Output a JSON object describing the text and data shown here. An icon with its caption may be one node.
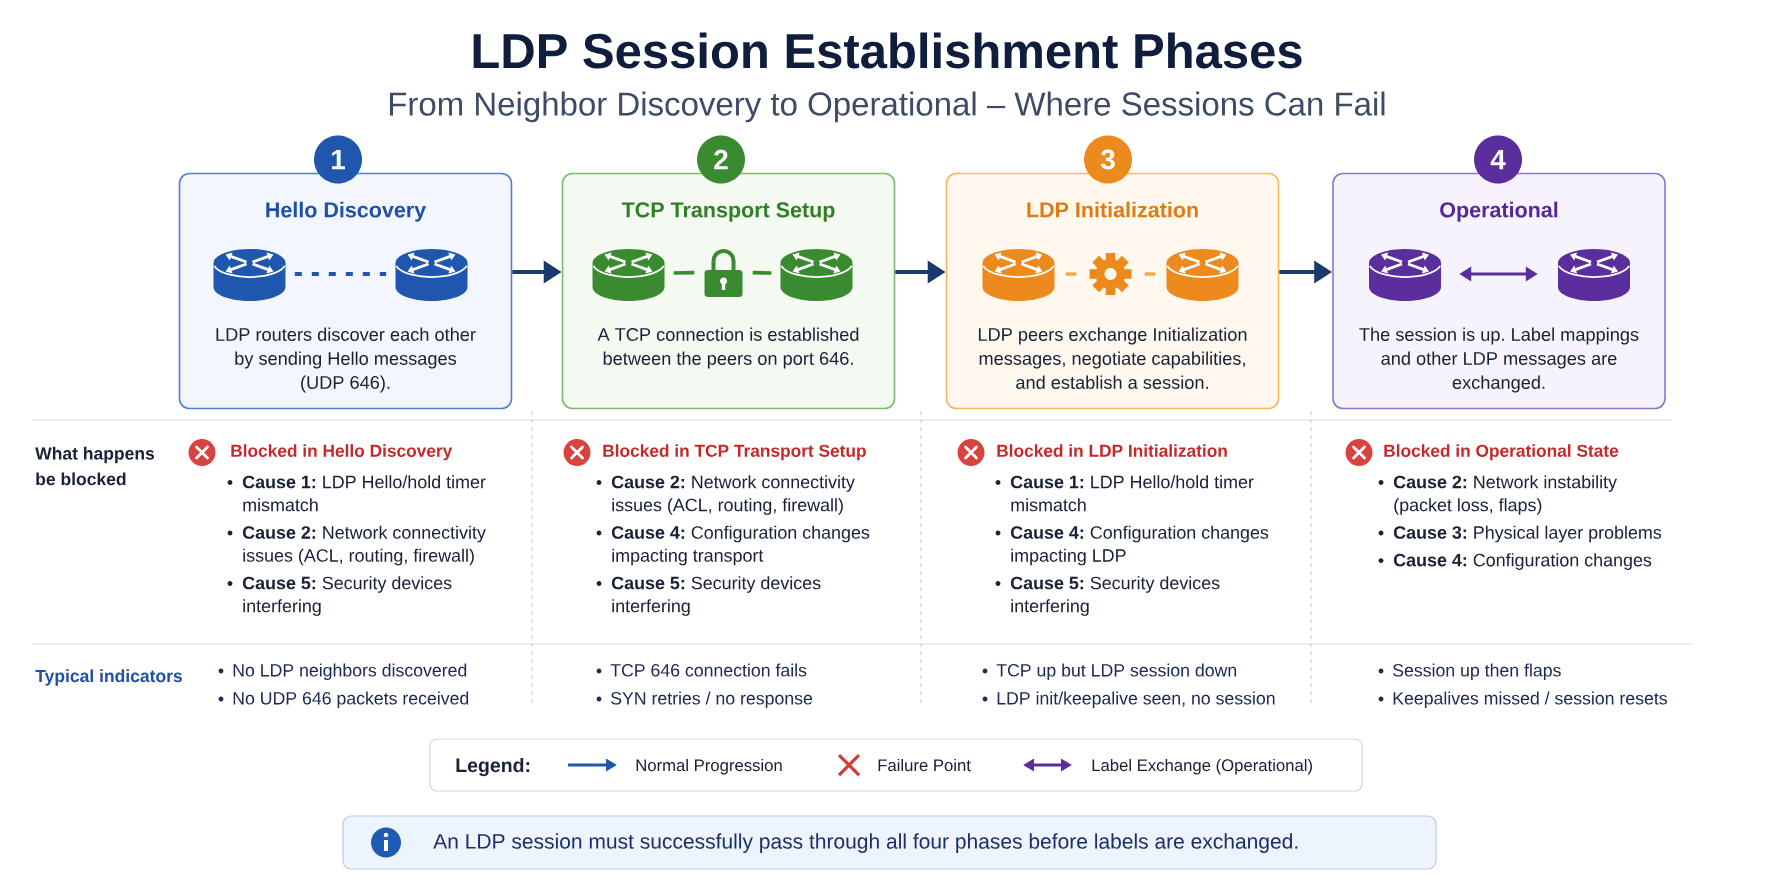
{
  "diagram": {
    "title": "LDP Session Establishment Phases",
    "nodes": [
      {
        "text": [
          "1"
        ]
      },
      {
        "text": [
          "Hello Discovery",
          "LDP routers discover each other by sending Hello messages (UDP 646)."
        ]
      },
      {
        "text": [],
        "shape": "router",
        "in": 1
      },
      {
        "text": [],
        "shape": "router",
        "in": 1
      },
      {
        "text": [
          "2"
        ]
      },
      {
        "text": [
          "TCP Transport Setup",
          "A TCP connection is established between the peers on port 646."
        ]
      },
      {
        "text": [],
        "shape": "router",
        "in": 5
      },
      {
        "text": [],
        "shape": "lock",
        "in": 5
      },
      {
        "text": [],
        "shape": "router",
        "in": 5
      },
      {
        "text": [
          "3"
        ]
      },
      {
        "text": [
          "LDP Initialization",
          "LDP peers exchange Initialization messages, negotiate capabilities, and establish a session."
        ]
      },
      {
        "text": [],
        "shape": "router",
        "in": 10
      },
      {
        "text": [],
        "shape": "gear",
        "in": 10
      },
      {
        "text": [],
        "shape": "router",
        "in": 10
      },
      {
        "text": [
          "4"
        ]
      },
      {
        "text": [
          "Operational",
          "The session is up. Label mappings and other LDP messages are exchanged."
        ]
      },
      {
        "text": [],
        "shape": "router",
        "in": 15
      },
      {
        "text": [],
        "shape": "router",
        "in": 15
      },
      {
        "text": [
          "An LDP session must successfully pass through all four phases before labels are exchanged."
        ]
      }
    ],
    "edges": [
      {
        "from": 1,
        "to": 5,
        "arrow": "to"
      },
      {
        "from": 5,
        "to": 10,
        "arrow": "to"
      },
      {
        "from": 10,
        "to": 15,
        "arrow": "to"
      },
      {
        "from": 2,
        "to": 3,
        "arrow": "none",
        "style": "dashed",
        "color": "#1f56ae"
      },
      {
        "from": 6,
        "to": 7,
        "arrow": "none",
        "color": "#3a8b2f"
      },
      {
        "from": 7,
        "to": 8,
        "arrow": "none",
        "color": "#3a8b2f"
      },
      {
        "from": 11,
        "to": 12,
        "arrow": "none",
        "color": "#f3a748"
      },
      {
        "from": 12,
        "to": 13,
        "arrow": "none",
        "color": "#f3a748"
      },
      {
        "from": 16,
        "to": 17,
        "arrow": "both",
        "color": "#5a2e9c"
      }
    ],
    "labels": [
      "From Neighbor Discovery to Operational – Where Sessions Can Fail",
      "What happens be blocked",
      "Blocked in Hello Discovery",
      "**Cause 1:** LDP Hello/hold timer mismatch",
      "**Cause 2:** Network connectivity issues (ACL, routing, firewall)",
      "**Cause 5:** Security devices interfering",
      "Blocked in TCP Transport Setup",
      "**Cause 2:** Network connectivity issues (ACL, routing, firewall)",
      "**Cause 4:** Configuration changes impacting transport",
      "**Cause 5:** Security devices interfering",
      "Blocked in LDP Initialization",
      "**Cause 1:** LDP Hello/hold timer mismatch",
      "**Cause 4:** Configuration changes impacting LDP",
      "**Cause 5:** Security devices interfering",
      "Blocked in Operational State",
      "**Cause 2:** Network instability (packet loss, flaps)",
      "**Cause 3:** Physical layer problems",
      "**Cause 4:** Configuration changes",
      "Typical indicators",
      "No LDP neighbors discovered",
      "No UDP 646 packets received",
      "TCP 646 connection fails",
      "SYN retries / no response",
      "TCP up but LDP session down",
      "LDP init/keepalive seen, no session",
      "Session up then flaps",
      "Keepalives missed / session resets",
      "Legend:"
    ],
    "legend": [
      {
        "text": "Normal Progression"
      },
      {
        "text": "Failure Point"
      },
      {
        "text": "Label Exchange (Operational)"
      }
    ]
  }
}
